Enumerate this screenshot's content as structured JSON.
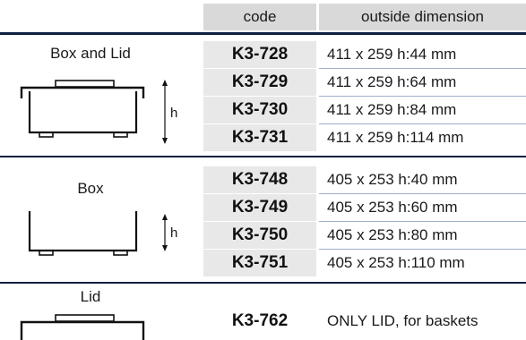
{
  "header": {
    "code_label": "code",
    "dimension_label": "outside dimension"
  },
  "groups": [
    {
      "label": "Box and Lid",
      "rows": [
        {
          "code": "K3-728",
          "dimension": "411 x 259 h:44 mm"
        },
        {
          "code": "K3-729",
          "dimension": "411 x 259 h:64 mm"
        },
        {
          "code": "K3-730",
          "dimension": "411 x 259 h:84 mm"
        },
        {
          "code": "K3-731",
          "dimension": "411 x 259 h:114 mm"
        }
      ],
      "diagram_h": "h"
    },
    {
      "label": "Box",
      "rows": [
        {
          "code": "K3-748",
          "dimension": "405 x 253 h:40 mm"
        },
        {
          "code": "K3-749",
          "dimension": "405 x 253 h:60 mm"
        },
        {
          "code": "K3-750",
          "dimension": "405 x 253 h:80 mm"
        },
        {
          "code": "K3-751",
          "dimension": "405 x 253 h:110 mm"
        }
      ],
      "diagram_h": "h"
    },
    {
      "label": "Lid",
      "rows": [
        {
          "code": "K3-762",
          "dimension": "ONLY LID, for baskets"
        }
      ]
    }
  ],
  "colors": {
    "rule": "#0c1f3f",
    "header_bg": "#d9d9d9",
    "code_bg": "#e8e8e8"
  }
}
